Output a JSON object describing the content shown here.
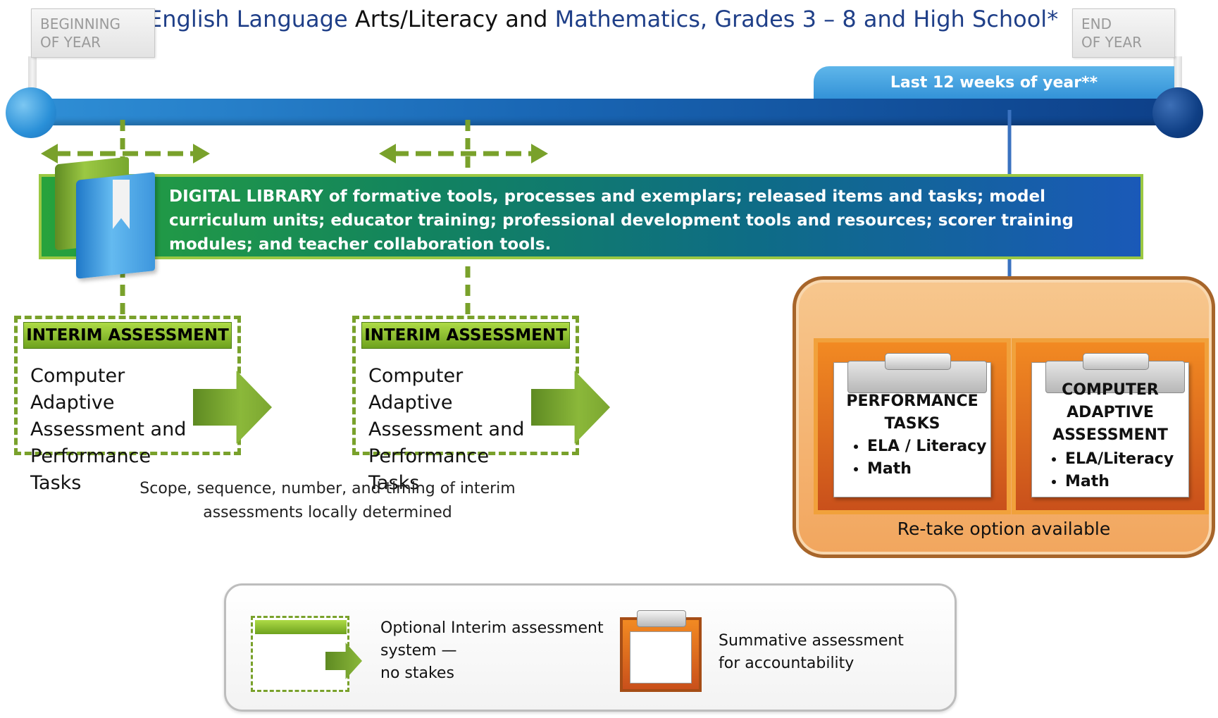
{
  "title": {
    "part1": "English Language",
    "part2": " Arts/Literacy and ",
    "part3": "Mathematics, Grades 3 – 8 and High School*"
  },
  "timeline": {
    "beginning_line1": "BEGINNING",
    "beginning_line2": "OF YEAR",
    "end_line1": "END",
    "end_line2": "OF YEAR",
    "last_weeks": "Last 12 weeks of year**"
  },
  "library": {
    "text": "DIGITAL LIBRARY of formative tools, processes and exemplars; released items and tasks; model curriculum units; educator training; professional development tools and resources; scorer training modules; and teacher collaboration tools."
  },
  "interim": [
    {
      "header": "INTERIM ASSESSMENT",
      "line1": "Computer Adaptive",
      "line2": "Assessment and",
      "line3": "Performance Tasks"
    },
    {
      "header": "INTERIM ASSESSMENT",
      "line1": "Computer Adaptive",
      "line2": "Assessment and",
      "line3": "Performance Tasks"
    }
  ],
  "interim_note": {
    "line1": "Scope, sequence, number, and timing of interim",
    "line2": "assessments locally determined"
  },
  "summative": {
    "performance": {
      "title_line1": "PERFORMANCE",
      "title_line2": "TASKS",
      "items": [
        "ELA / Literacy",
        "Math"
      ]
    },
    "adaptive": {
      "title_line1": "COMPUTER",
      "title_line2": "ADAPTIVE",
      "title_line3": "ASSESSMENT",
      "items": [
        "ELA/Literacy",
        "Math"
      ]
    },
    "retake": "Re-take option available"
  },
  "legend": {
    "interim_line1": "Optional Interim assessment",
    "interim_line2": "system —",
    "interim_line3": "no stakes",
    "summative_line1": "Summative assessment",
    "summative_line2": "for accountability"
  },
  "colors": {
    "title_blue": "#1f3f88",
    "interim_green": "#79a12b",
    "timeline_blue": "#1966b4",
    "summative_orange": "#f28a22"
  }
}
